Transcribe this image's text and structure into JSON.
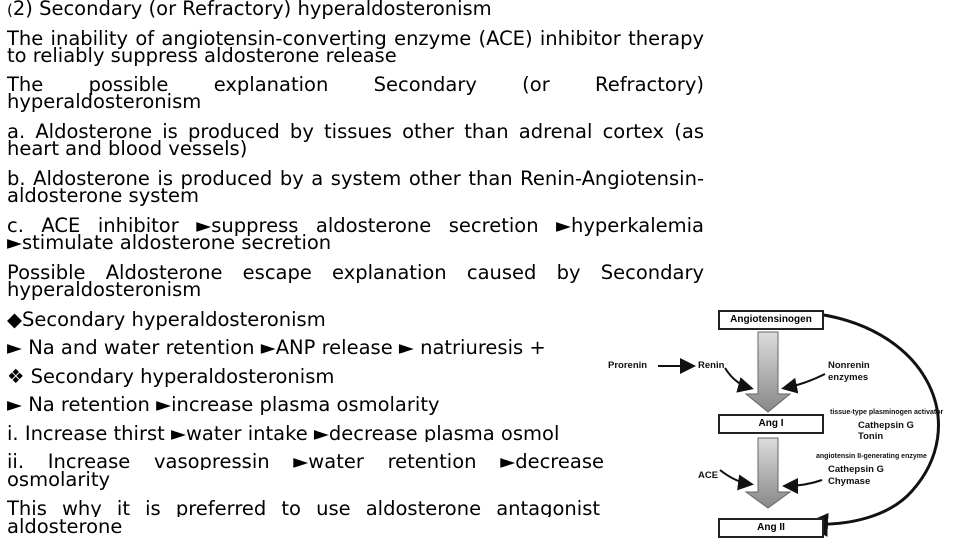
{
  "paragraphs": {
    "p1_paren": "(",
    "p1_rest": "2) Secondary (or Refractory) hyperaldosteronism",
    "p2": "The inability of angiotensin-converting enzyme (ACE) inhibitor therapy to reliably suppress aldosterone release",
    "p3": "The possible explanation Secondary (or Refractory) hyperaldosteronism",
    "p4": "a. Aldosterone is produced by tissues other than adrenal cortex (as heart and blood vessels)",
    "p5": "b. Aldosterone is produced by a system other than Renin-Angiotensin-aldosterone system",
    "p6": " c. ACE inhibitor ►suppress aldosterone secretion ►hyperkalemia ►stimulate aldosterone secretion",
    "p7": "Possible Aldosterone escape explanation caused by Secondary hyperaldosteronism",
    "p8": "◆Secondary hyperaldosteronism",
    "p9": " ► Na and water retention ►ANP release ► natriuresis +",
    "p10": "❖ Secondary hyperaldosteronism",
    "p11": " ► Na retention ►increase plasma osmolarity",
    "p12": "i. Increase thirst ►water intake ►decrease plasma osmol",
    "p13a": "ii. Increase vasopressin ►water retention ►decrease",
    "p13b": "osmolarity",
    "p14a": "This why it is preferred to use aldosterone antagonist",
    "p14b": "aldosterone"
  },
  "diagram": {
    "angiotensinogen": "Angiotensinogen",
    "prorenin": "Prorenin",
    "renin": "Renin",
    "nonrenin_1": "Nonrenin",
    "nonrenin_2": "enzymes",
    "tissue_activator": "tissue-type plasminogen activator",
    "cathepsin_g_1": "Cathepsin G",
    "tonin": "Tonin",
    "ang1": "Ang I",
    "ace": "ACE",
    "ang2_enzyme": "angiotensin II-generating enzyme",
    "cathepsin_g_2": "Cathepsin G",
    "chymase": "Chymase",
    "ang2": "Ang II"
  }
}
